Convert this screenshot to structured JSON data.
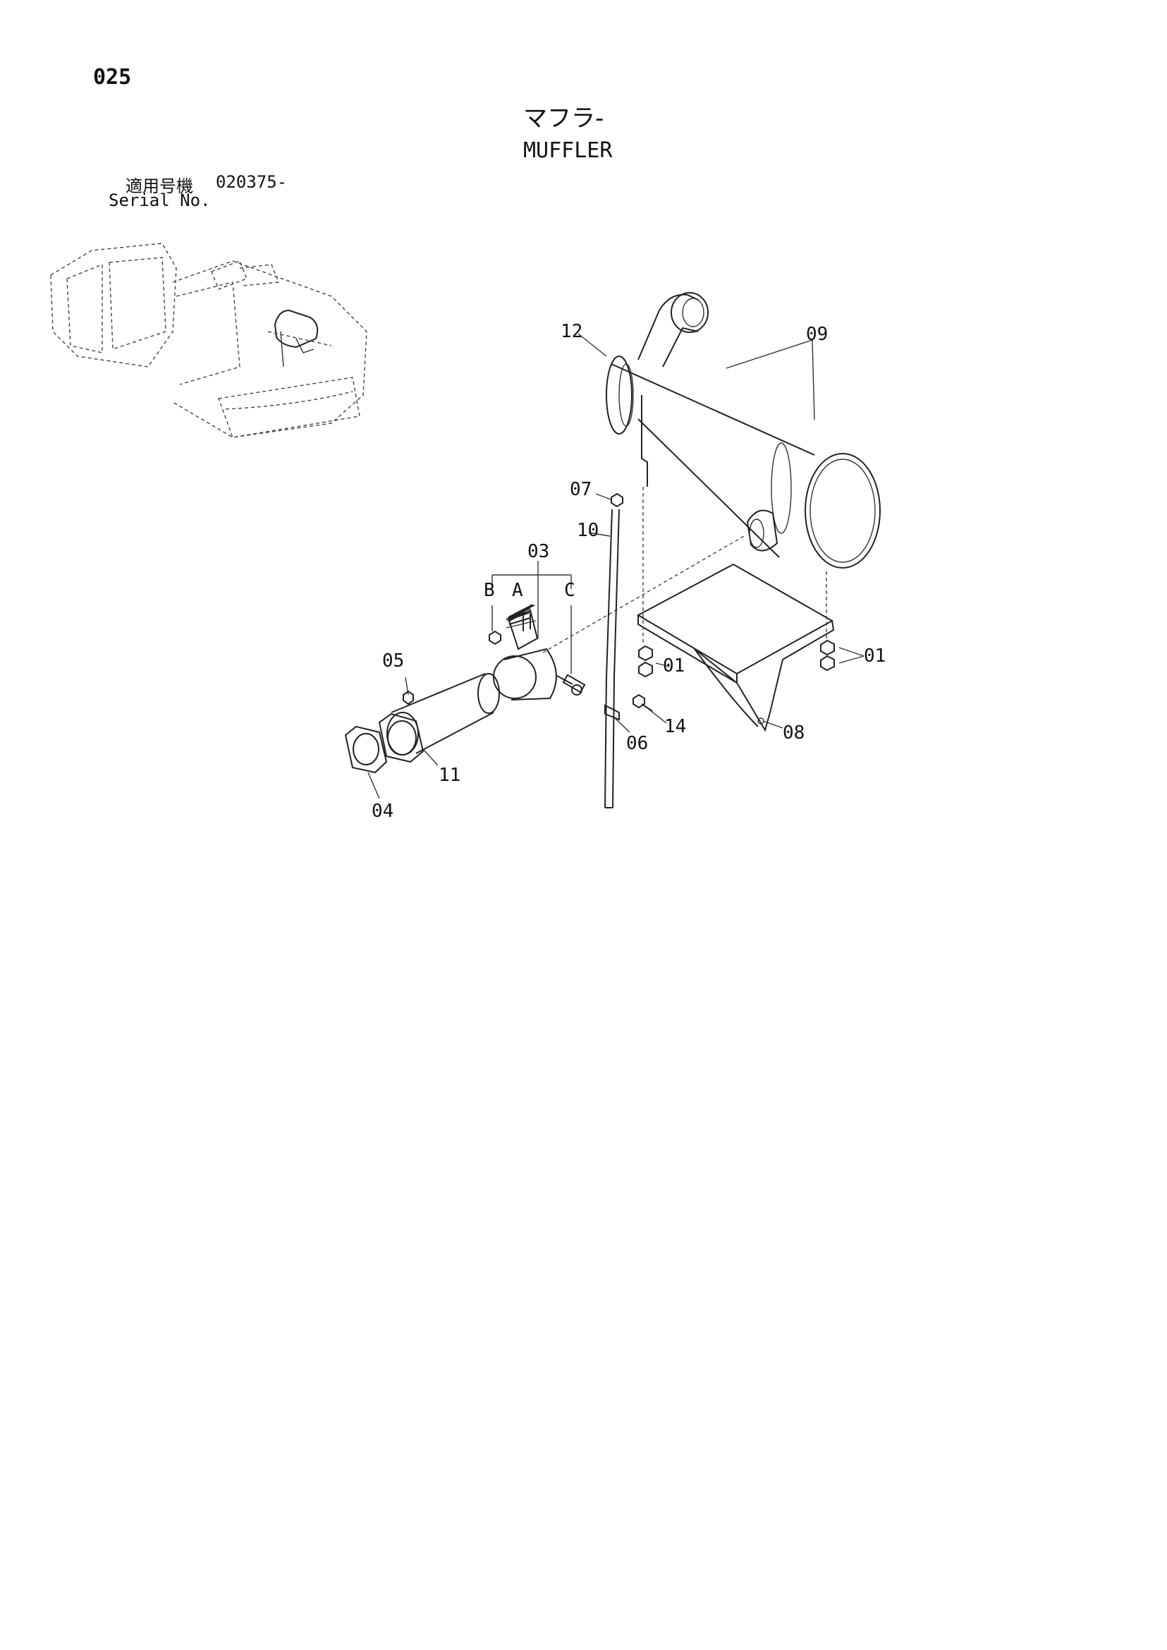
{
  "page_number": "025",
  "title_jp": "マフラ-",
  "title_en": "MUFFLER",
  "serial_label_jp": "適用号機",
  "serial_value": "020375-",
  "serial_label_en": "Serial No.",
  "callouts": {
    "c01a": "01",
    "c01b": "01",
    "c03": "03",
    "c04": "04",
    "c05": "05",
    "c06": "06",
    "c07": "07",
    "c08": "08",
    "c09": "09",
    "c10": "10",
    "c11": "11",
    "c12": "12",
    "c14": "14",
    "cA": "A",
    "cB": "B",
    "cC": "C"
  }
}
